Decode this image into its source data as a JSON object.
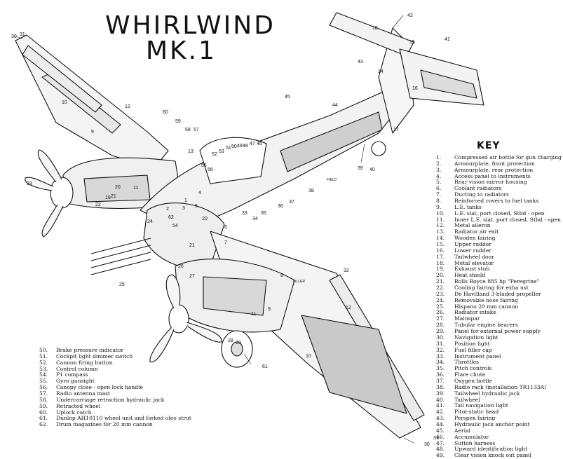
{
  "title": {
    "line1": "WHIRLWIND",
    "line2": "MK.1"
  },
  "key_heading": "KEY",
  "key_right": [
    {
      "num": "1.",
      "text": "Compressed air bottle for gun charging"
    },
    {
      "num": "2.",
      "text": "Armourplate, front protection"
    },
    {
      "num": "3.",
      "text": "Armourplate, rear protection"
    },
    {
      "num": "4.",
      "text": "Access panel to instruments"
    },
    {
      "num": "5.",
      "text": "Rear vision mirror housing"
    },
    {
      "num": "6.",
      "text": "Coolant radiators"
    },
    {
      "num": "7.",
      "text": "Ducting to radiators"
    },
    {
      "num": "8.",
      "text": "Reinforced covers to fuel tanks"
    },
    {
      "num": "9.",
      "text": "L.E. tanks"
    },
    {
      "num": "10.",
      "text": "L.E. slat, port closed, Stbd - open"
    },
    {
      "num": "11.",
      "text": "Inner L.E. slat, port closed, Stbd - open"
    },
    {
      "num": "12.",
      "text": "Metal aileron"
    },
    {
      "num": "13.",
      "text": "Radiator air exit"
    },
    {
      "num": "14.",
      "text": "Wooden fairing"
    },
    {
      "num": "15.",
      "text": "Upper rudder"
    },
    {
      "num": "16.",
      "text": "Lower rudder"
    },
    {
      "num": "17.",
      "text": "Tailwheel door"
    },
    {
      "num": "18.",
      "text": "Metal elevator"
    },
    {
      "num": "19.",
      "text": "Exhaust stub"
    },
    {
      "num": "20.",
      "text": "Heat shield"
    },
    {
      "num": "21.",
      "text": "Rolls Royce 885 hp \"Peregrine\""
    },
    {
      "num": "22.",
      "text": "Cooling fairing for exha ust"
    },
    {
      "num": "23.",
      "text": "De Havilland 3-bladed propeller"
    },
    {
      "num": "24.",
      "text": "Removable nose fairing"
    },
    {
      "num": "25.",
      "text": "Hispano 20 mm cannon"
    },
    {
      "num": "26.",
      "text": "Radiator intake"
    },
    {
      "num": "27.",
      "text": "Mainspar"
    },
    {
      "num": "28.",
      "text": "Tubular engine bearers"
    },
    {
      "num": "29.",
      "text": "Panel for external power supply"
    },
    {
      "num": "30.",
      "text": "Navigation light"
    },
    {
      "num": "31.",
      "text": "Position light"
    },
    {
      "num": "32.",
      "text": "Fuel filler cap"
    },
    {
      "num": "33.",
      "text": "Instrument panel"
    },
    {
      "num": "34.",
      "text": "Throttles"
    },
    {
      "num": "35.",
      "text": "Pitch controls"
    },
    {
      "num": "36.",
      "text": "Flare chute"
    },
    {
      "num": "37.",
      "text": "Oxygen bottle"
    },
    {
      "num": "38.",
      "text": "Radio rack (installation TR1133A)"
    },
    {
      "num": "39.",
      "text": "Tailwheel hydraulic jack"
    },
    {
      "num": "40.",
      "text": "Tailwheel"
    },
    {
      "num": "41.",
      "text": "Tail navigation light"
    },
    {
      "num": "42.",
      "text": "Pitot-static head"
    },
    {
      "num": "43.",
      "text": "Perspex fairing"
    },
    {
      "num": "44.",
      "text": "Hydraulic jack anchor point"
    },
    {
      "num": "45.",
      "text": "Aerial"
    },
    {
      "num": "46.",
      "text": "Accumulator"
    },
    {
      "num": "47.",
      "text": "Sutton harness"
    },
    {
      "num": "48.",
      "text": "Upward identification light"
    },
    {
      "num": "49.",
      "text": "Clear vision knock out panel"
    }
  ],
  "key_left": [
    {
      "num": "50.",
      "text": "Brake pressure indicator"
    },
    {
      "num": "51.",
      "text": "Cockpit light dimmer switch"
    },
    {
      "num": "52.",
      "text": "Cannon firing button"
    },
    {
      "num": "53.",
      "text": "Control column"
    },
    {
      "num": "54.",
      "text": "P1 compass"
    },
    {
      "num": "55.",
      "text": "Gyro gunsight"
    },
    {
      "num": "56.",
      "text": "Canopy close - open lock handle"
    },
    {
      "num": "57.",
      "text": "Radio antenna mast"
    },
    {
      "num": "58.",
      "text": "Undercarriage retraction hydraulic jack"
    },
    {
      "num": "59.",
      "text": "Retracted wheel"
    },
    {
      "num": "60.",
      "text": "Uplock catch"
    },
    {
      "num": "61.",
      "text": "Dunlop AH10110 wheel unit and forked oleo strut"
    },
    {
      "num": "62.",
      "text": "Drum magazines for 20 mm cannon"
    }
  ],
  "callouts": [
    "30",
    "31",
    "10",
    "12",
    "9",
    "60",
    "59",
    "58",
    "57",
    "23",
    "20",
    "19",
    "22",
    "21",
    "11",
    "13",
    "55",
    "56",
    "52",
    "53",
    "51",
    "50",
    "49",
    "48",
    "47",
    "46",
    "15",
    "44",
    "45",
    "14",
    "16",
    "17",
    "18",
    "41",
    "42",
    "43",
    "39",
    "40",
    "38",
    "37",
    "36",
    "35",
    "34",
    "33",
    "25",
    "24",
    "26",
    "2",
    "3",
    "4",
    "5",
    "6",
    "7",
    "1",
    "27",
    "28",
    "29",
    "32",
    "8",
    "61",
    "62",
    "54",
    "31",
    "30",
    "12",
    "10",
    "9",
    "11",
    "21",
    "20",
    "FILLER",
    "FIELD"
  ]
}
